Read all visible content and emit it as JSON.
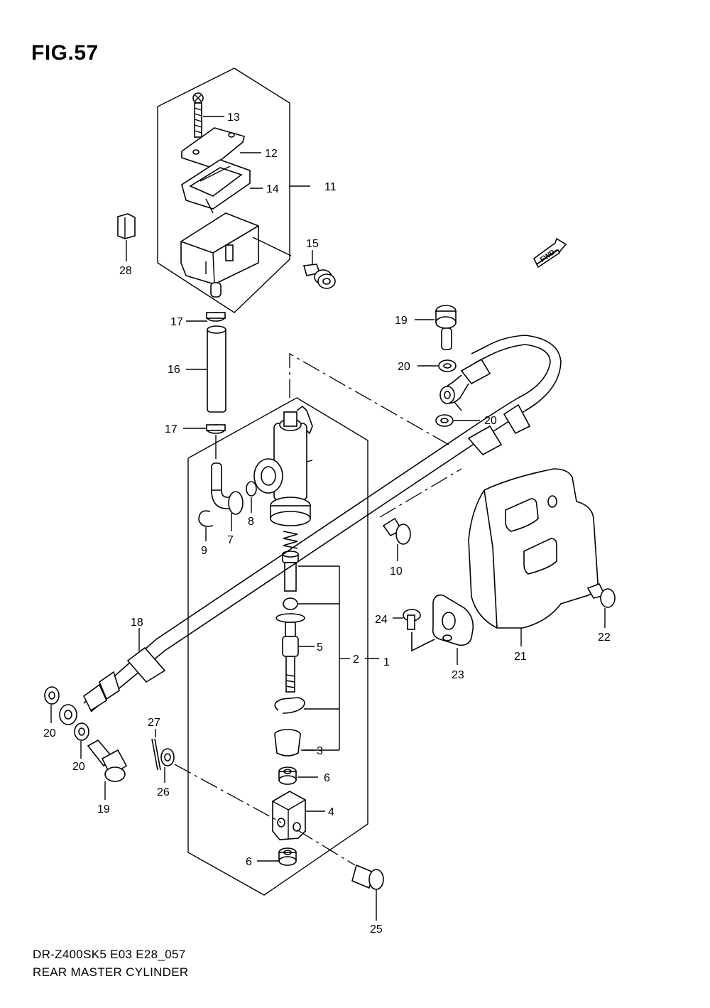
{
  "figure": {
    "title": "FIG.57"
  },
  "footer": {
    "model_code": "DR-Z400SK5 E03 E28_057",
    "caption": "REAR MASTER CYLINDER"
  },
  "badge": {
    "text": "FWD"
  },
  "labels": {
    "p1": "1",
    "p2": "2",
    "p3": "3",
    "p4": "4",
    "p5": "5",
    "p6a": "6",
    "p6b": "6",
    "p7": "7",
    "p8": "8",
    "p9": "9",
    "p10": "10",
    "p11": "11",
    "p12": "12",
    "p13": "13",
    "p14": "14",
    "p15": "15",
    "p16": "16",
    "p17a": "17",
    "p17b": "17",
    "p18": "18",
    "p19a": "19",
    "p19b": "19",
    "p20a": "20",
    "p20b": "20",
    "p20c": "20",
    "p20d": "20",
    "p21": "21",
    "p22": "22",
    "p23": "23",
    "p24": "24",
    "p25": "25",
    "p26": "26",
    "p27": "27",
    "p28": "28"
  }
}
